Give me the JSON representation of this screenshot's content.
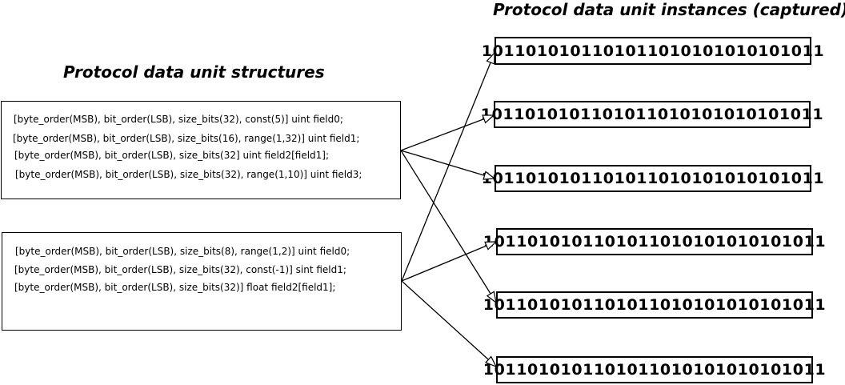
{
  "headings": {
    "structures": "Protocol data unit structures",
    "instances": "Protocol data unit instances (captured)"
  },
  "structures": [
    {
      "lines": [
        "[byte_order(MSB), bit_order(LSB), size_bits(32), const(5)] uint field0;",
        "[byte_order(MSB), bit_order(LSB), size_bits(16), range(1,32)] uint field1;",
        "[byte_order(MSB), bit_order(LSB), size_bits(32] uint field2[field1];",
        "[byte_order(MSB), bit_order(LSB), size_bits(32), range(1,10)] uint field3;"
      ]
    },
    {
      "lines": [
        "[byte_order(MSB), bit_order(LSB), size_bits(8), range(1,2)] uint field0;",
        "[byte_order(MSB), bit_order(LSB), size_bits(32), const(-1)] sint field1;",
        "[byte_order(MSB), bit_order(LSB), size_bits(32)] float field2[field1];"
      ]
    }
  ],
  "instances": [
    "1011010101101011010101010101011",
    "1011010101101011010101010101011",
    "1011010101101011010101010101011",
    "1011010101101011010101010101011",
    "1011010101101011010101010101011",
    "1011010101101011010101010101011"
  ],
  "connections": [
    {
      "from_structure": 0,
      "to_instance": 1
    },
    {
      "from_structure": 0,
      "to_instance": 2
    },
    {
      "from_structure": 0,
      "to_instance": 4
    },
    {
      "from_structure": 1,
      "to_instance": 0
    },
    {
      "from_structure": 1,
      "to_instance": 3
    },
    {
      "from_structure": 1,
      "to_instance": 5
    }
  ]
}
